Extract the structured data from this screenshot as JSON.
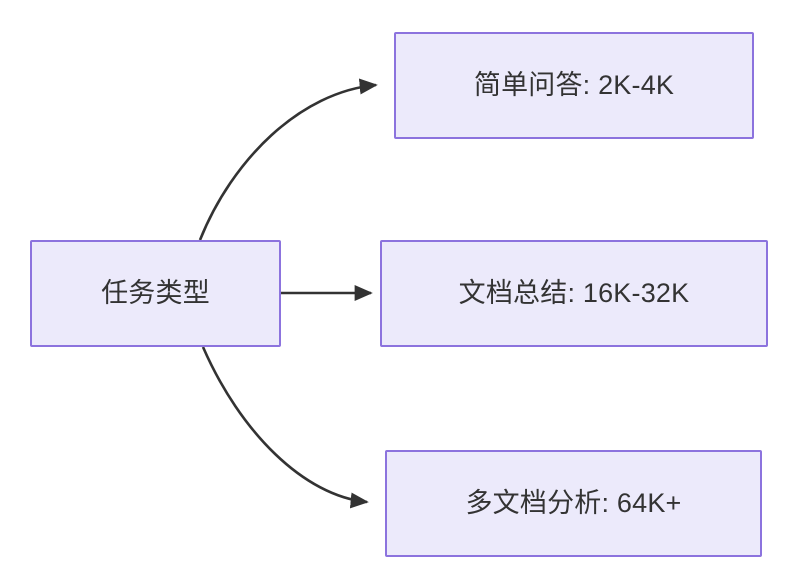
{
  "diagram": {
    "type": "flowchart",
    "direction": "left-to-right",
    "background_color": "#ffffff",
    "node_fill_color": "#ECEAFB",
    "node_border_color": "#8C73DE",
    "node_text_color": "#333333",
    "edge_color": "#333333",
    "nodes": [
      {
        "id": "source",
        "label": "任务类型",
        "role": "root"
      },
      {
        "id": "simple-qa",
        "label": "简单问答: 2K-4K",
        "role": "leaf"
      },
      {
        "id": "doc-summary",
        "label": "文档总结: 16K-32K",
        "role": "leaf"
      },
      {
        "id": "multi-doc",
        "label": "多文档分析: 64K+",
        "role": "leaf"
      }
    ],
    "edges": [
      {
        "id": "edge-source-simple-qa",
        "from": "source",
        "to": "simple-qa",
        "label": "",
        "style": "curved",
        "arrow": "arrowhead-icon"
      },
      {
        "id": "edge-source-doc-summary",
        "from": "source",
        "to": "doc-summary",
        "label": "",
        "style": "straight",
        "arrow": "arrowhead-icon"
      },
      {
        "id": "edge-source-multi-doc",
        "from": "source",
        "to": "multi-doc",
        "label": "",
        "style": "curved",
        "arrow": "arrowhead-icon"
      }
    ]
  }
}
